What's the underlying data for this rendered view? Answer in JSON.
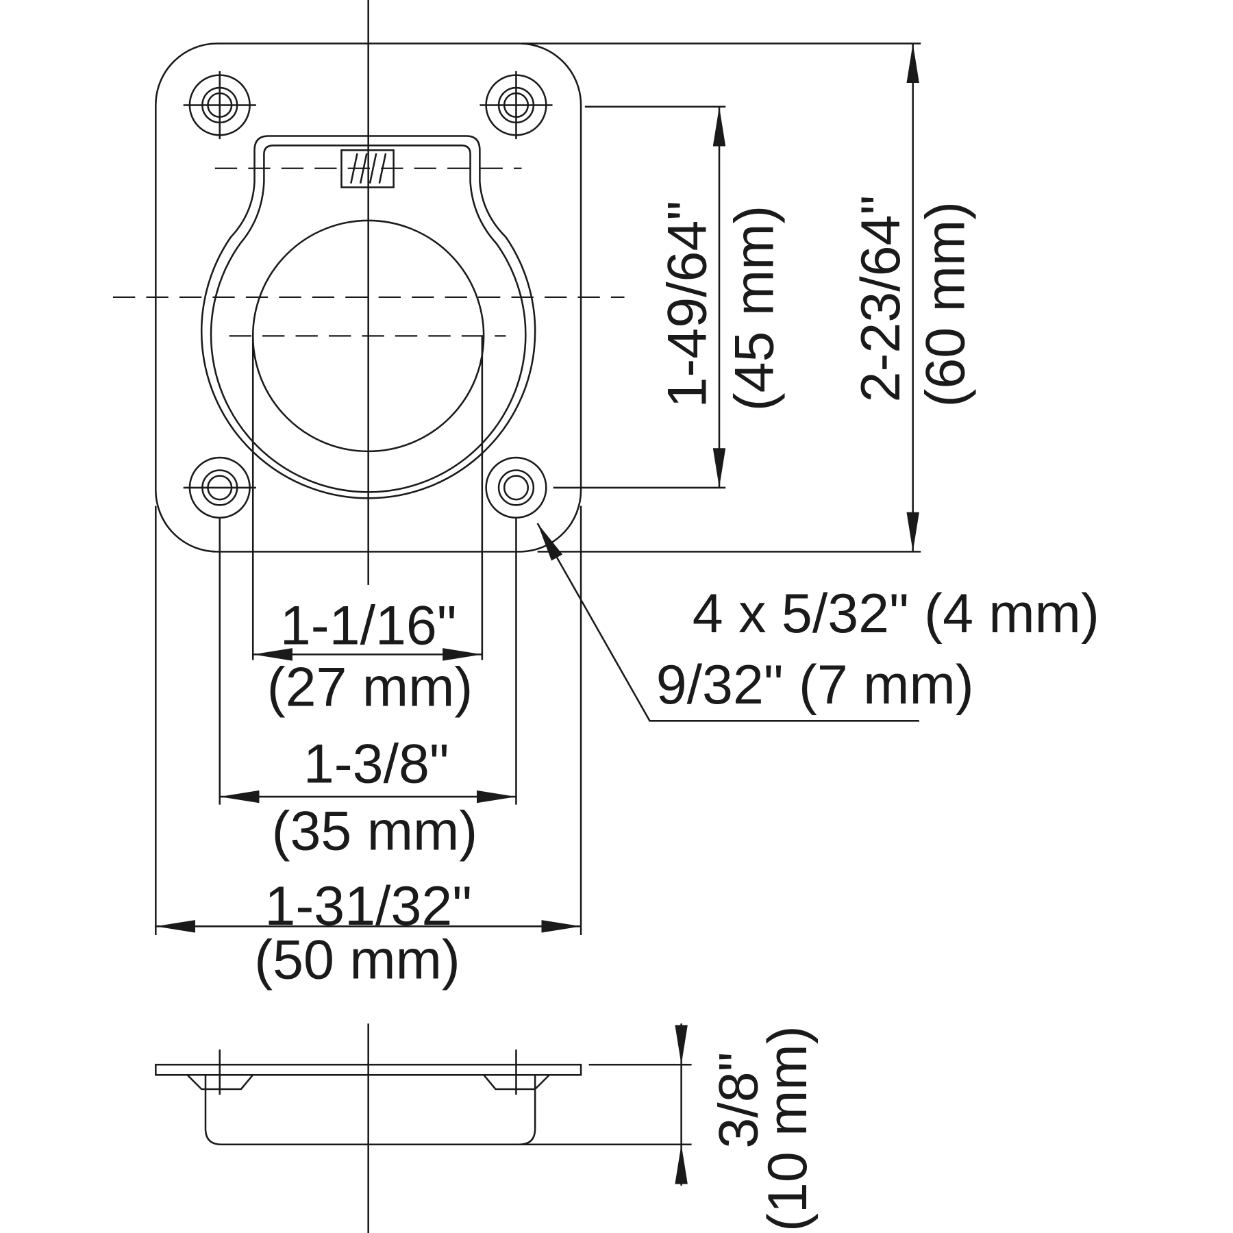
{
  "dimensions": {
    "hole_spacing_vertical": {
      "inch": "1-49/64\"",
      "mm": "(45 mm)"
    },
    "overall_height": {
      "inch": "2-23/64\"",
      "mm": "(60 mm)"
    },
    "ring_opening_width": {
      "inch": "1-1/16\"",
      "mm": "(27 mm)"
    },
    "hole_spacing_horizontal": {
      "inch": "1-3/8\"",
      "mm": "(35 mm)"
    },
    "overall_width": {
      "inch": "1-31/32\"",
      "mm": "(50 mm)"
    },
    "mounting_holes": {
      "line1": "4 x 5/32\" (4 mm)",
      "line2": "9/32\" (7 mm)"
    },
    "depth": {
      "inch": "3/8\"",
      "mm": "(10 mm)"
    }
  }
}
